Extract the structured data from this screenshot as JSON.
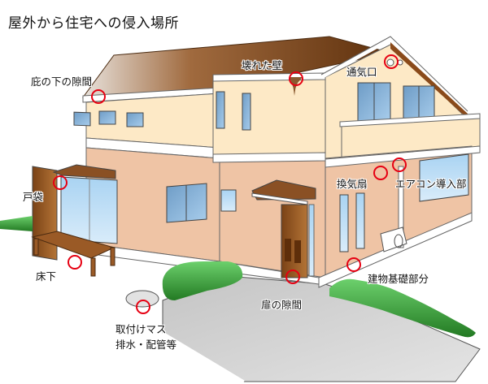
{
  "title": "屋外から住宅への侵入場所",
  "colors": {
    "marker": "#e60012",
    "roof_dark": "#6b3a12",
    "roof_light": "#d9cfc8",
    "upper_wall": "#fde9c6",
    "lower_wall": "#efc4a5",
    "window": "#8fc1e6",
    "shrub": "#3aa83a",
    "path": "#cfcfcf",
    "wood": "#9a5a26"
  },
  "entry_points": [
    {
      "id": "eaves-gap",
      "label": "庇の下の隙間"
    },
    {
      "id": "broken-wall",
      "label": "壊れた壁"
    },
    {
      "id": "vent",
      "label": "通気口"
    },
    {
      "id": "door-pocket",
      "label": "戸袋"
    },
    {
      "id": "ventilation-fan",
      "label": "換気扇"
    },
    {
      "id": "aircon-inlet",
      "label": "エアコン導入部"
    },
    {
      "id": "underfloor",
      "label": "床下"
    },
    {
      "id": "door-gap",
      "label": "扉の隙間"
    },
    {
      "id": "foundation",
      "label": "建物基礎部分"
    },
    {
      "id": "drain",
      "label_line1": "取付けマス",
      "label_line2": "排水・配管等"
    }
  ]
}
